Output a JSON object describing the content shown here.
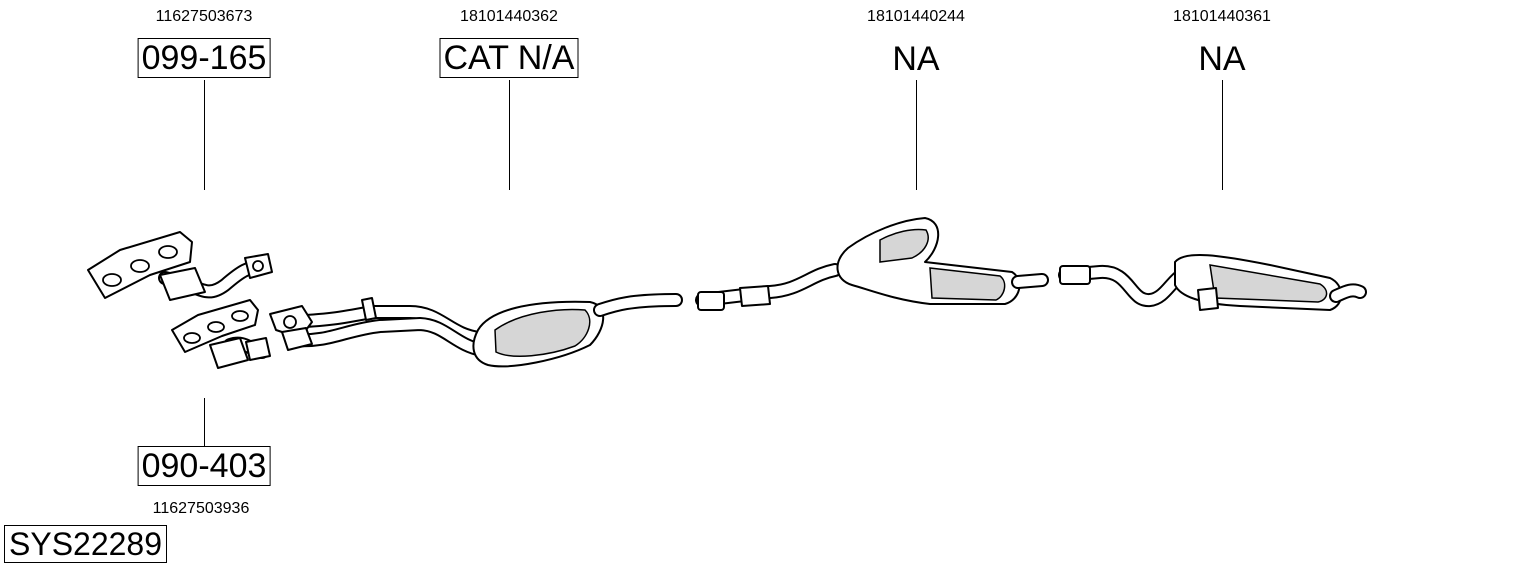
{
  "parts": [
    {
      "oem": "11627503673",
      "code": "099-165",
      "boxed": true
    },
    {
      "oem": "18101440362",
      "code": "CAT N/A",
      "boxed": true
    },
    {
      "oem": "18101440244",
      "code": "NA",
      "boxed": false
    },
    {
      "oem": "18101440361",
      "code": "NA",
      "boxed": false
    },
    {
      "oem": "11627503936",
      "code": "090-403",
      "boxed": true
    }
  ],
  "system_code": "SYS22289"
}
